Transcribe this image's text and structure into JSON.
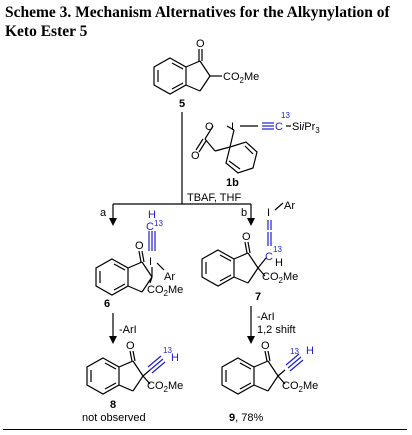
{
  "caption": "Scheme 3. Mechanism Alternatives for the Alkynylation of Keto Ester 5",
  "compounds": {
    "c5": {
      "number": "5",
      "ester": "CO",
      "ester_sub": "2",
      "ester_tail": "Me"
    },
    "c1b": {
      "number": "1b",
      "isotope": "13",
      "carbon": "C",
      "silyl": "Si",
      "silyl_ipr": "i",
      "silyl_pr": "Pr",
      "silyl_sub": "3"
    },
    "c6": {
      "number": "6",
      "iodine": "I",
      "aryl": "Ar",
      "h": "H",
      "isotope": "13",
      "carbon": "C"
    },
    "c7": {
      "number": "7",
      "iodine": "I",
      "aryl": "Ar",
      "h": "H",
      "isotope": "13",
      "carbon": "C"
    },
    "c8": {
      "number": "8",
      "note": "not observed",
      "isotope": "13",
      "h": "H"
    },
    "c9": {
      "number": "9",
      "yield": ", 78%",
      "isotope": "13",
      "h": "H"
    }
  },
  "conditions": {
    "reagents": "TBAF, THF",
    "path_a": "a",
    "path_b": "b",
    "step_a": "-ArI",
    "step_b1": "-ArI",
    "step_b2": "1,2 shift"
  },
  "atoms": {
    "O": "O",
    "I": "I"
  },
  "colors": {
    "isotope_label": "#1f1fcf",
    "text": "#000000"
  }
}
